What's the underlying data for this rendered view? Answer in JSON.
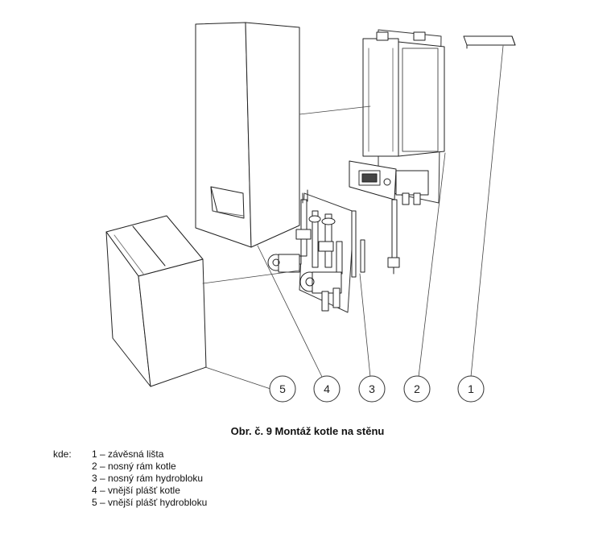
{
  "callouts": [
    {
      "number": "5"
    },
    {
      "number": "4"
    },
    {
      "number": "3"
    },
    {
      "number": "2"
    },
    {
      "number": "1"
    }
  ],
  "caption": "Obr. č. 9 Montáž kotle na stěnu",
  "legend": {
    "prefix": "kde:",
    "items": [
      "1 – závěsná lišta",
      "2 – nosný rám kotle",
      "3 – nosný rám hydrobloku",
      "4 – vnější plášť kotle",
      "5 – vnější plášť hydrobloku"
    ]
  }
}
